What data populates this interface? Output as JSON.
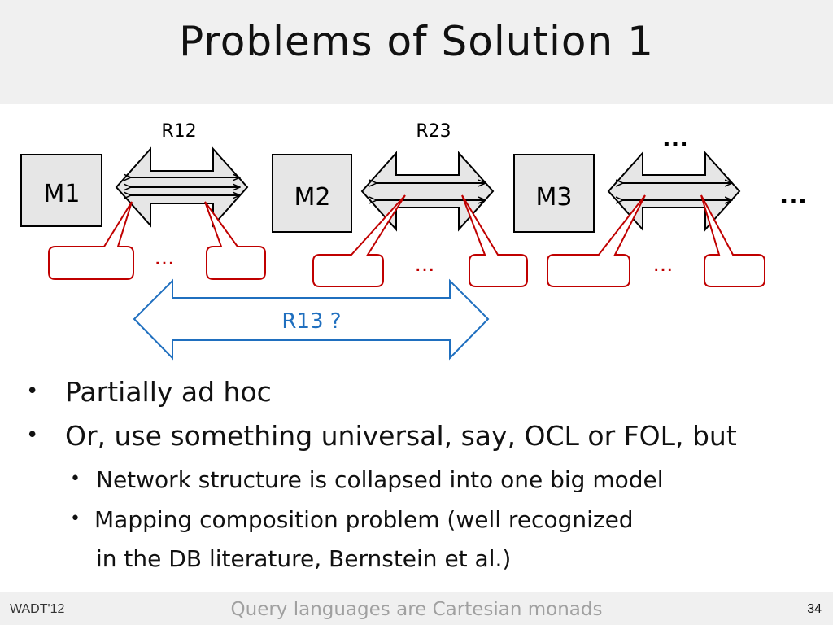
{
  "slide": {
    "title": "Problems of Solution 1"
  },
  "diagram": {
    "models": [
      "M1",
      "M2",
      "M3"
    ],
    "relation_labels": [
      "R12",
      "R23",
      "..."
    ],
    "trailing_ellipsis": "...",
    "callout_ellipses": [
      "...",
      "...",
      "..."
    ],
    "composite_label": "R13 ?",
    "colors": {
      "model_fill": "#e6e6e6",
      "callout": "#c00000",
      "composite": "#1f6fbf"
    }
  },
  "bullets": [
    {
      "text": "Partially ad hoc",
      "children": []
    },
    {
      "text": "Or, use something universal, say, OCL or FOL, but",
      "children": [
        {
          "lines": [
            "Network structure is collapsed into one big model"
          ]
        },
        {
          "lines": [
            "Mapping composition problem (well recognized",
            "in  the DB literature, Bernstein et al.)"
          ]
        }
      ]
    }
  ],
  "bullet_glyph": "•",
  "footer": {
    "left": "WADT'12",
    "center": "Query languages are Cartesian monads",
    "page_number": "34"
  }
}
